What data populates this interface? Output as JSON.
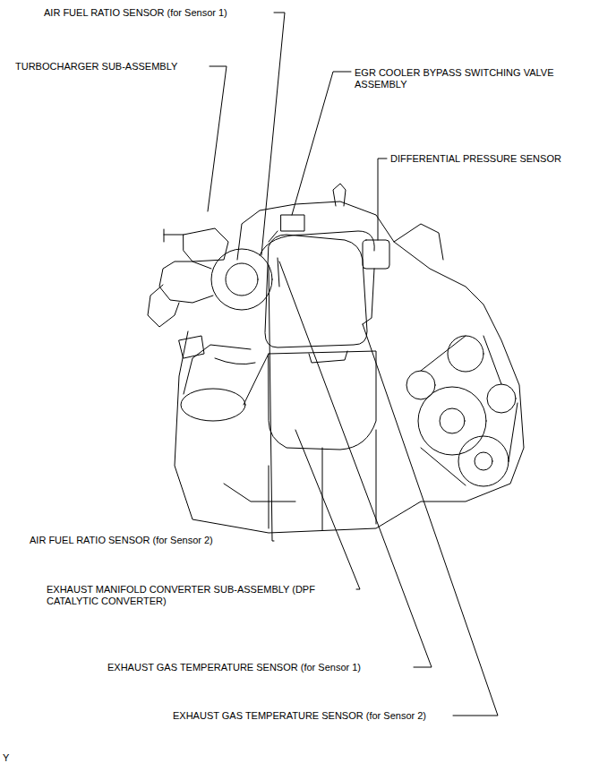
{
  "diagram": {
    "labels": [
      "AIR FUEL RATIO SENSOR (for Sensor 1)",
      "TURBOCHARGER SUB-ASSEMBLY",
      "EGR COOLER BYPASS SWITCHING VALVE ASSEMBLY",
      "DIFFERENTIAL PRESSURE SENSOR",
      "AIR FUEL RATIO SENSOR (for Sensor 2)",
      "EXHAUST MANIFOLD CONVERTER SUB-ASSEMBLY (DPF CATALYTIC CONVERTER)",
      "EXHAUST GAS TEMPERATURE SENSOR (for Sensor 1)",
      "EXHAUST GAS TEMPERATURE SENSOR (for Sensor 2)",
      "Y"
    ]
  }
}
